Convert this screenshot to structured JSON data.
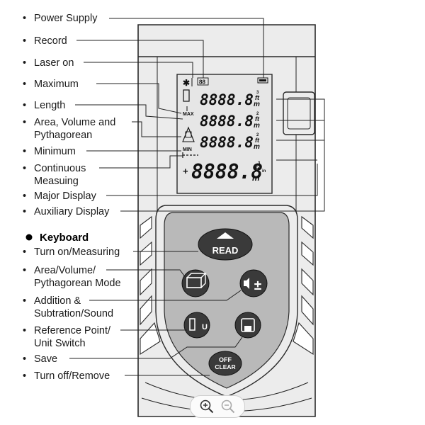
{
  "labels": {
    "power_supply": "Power Supply",
    "record": "Record",
    "laser_on": "Laser on",
    "maximum": "Maximum",
    "length": "Length",
    "area_volume_1": "Area, Volume and",
    "area_volume_2": "Pythagorean",
    "minimum": "Minimum",
    "continuous_1": "Continuous",
    "continuous_2": "Measuing",
    "major_display": "Major Display",
    "auxiliary_display": "Auxiliary Display"
  },
  "keyboard": {
    "heading": "Keyboard",
    "turn_on": "Turn on/Measuring",
    "area_mode_1": "Area/Volume/",
    "area_mode_2": "Pythagorean Mode",
    "add_sub_1": "Addition &",
    "add_sub_2": "Subtration/Sound",
    "ref_point_1": "Reference Point/",
    "ref_point_2": "Unit Switch",
    "save": "Save",
    "turn_off": "Turn off/Remove"
  },
  "lcd": {
    "record_counter": "88",
    "digits_row1": "8888.8",
    "digits_row2": "8888.8",
    "digits_row3": "8888.8",
    "digits_main": "8888.8",
    "unit_ft": "ft",
    "unit_in": "in",
    "unit_m": "m",
    "exp_2": "2",
    "exp_3": "3",
    "max_tag": "MAX",
    "min_tag": "MIN",
    "plus_sign": "+"
  },
  "buttons": {
    "read": "READ",
    "plus_minus": "±",
    "unit_switch": "U",
    "off": "OFF",
    "clear": "CLEAR"
  },
  "colors": {
    "casing": "#ececec",
    "panel": "#b9b9b9",
    "key": "#3a3a3a",
    "outline": "#2a2a2a",
    "lcd": "#e6e6e6"
  },
  "icons": {
    "zoom_in": "zoom-in-icon",
    "zoom_out": "zoom-out-icon"
  }
}
